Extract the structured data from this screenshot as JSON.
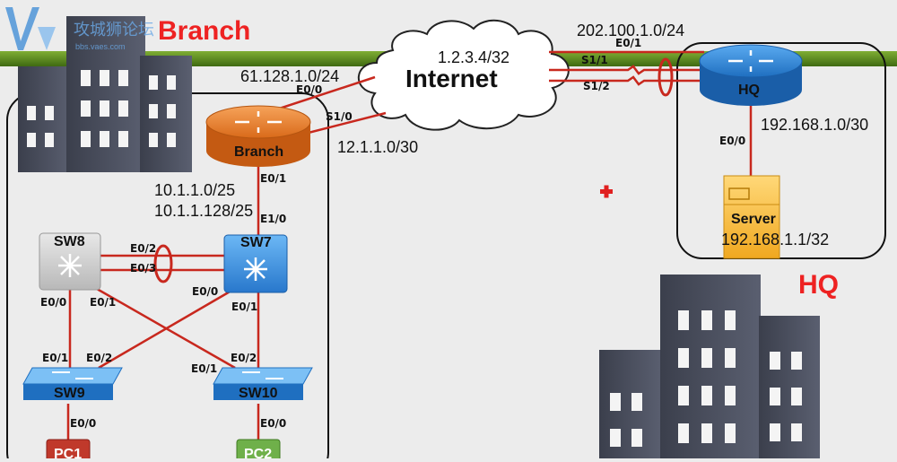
{
  "colors": {
    "link": "#c8281e",
    "bar": "#5f8a1e",
    "site_label": "#ee2222",
    "router_orange": "#f08a30",
    "router_blue": "#3a8ad6"
  },
  "sites": {
    "branch": "Branch",
    "hq": "HQ"
  },
  "internet": {
    "label": "Internet",
    "ip": "1.2.3.4/32"
  },
  "networks": {
    "branch_e00": "61.128.1.0/24",
    "branch_s10": "12.1.1.0/30",
    "hq_e01": "202.100.1.0/24",
    "hq_lan": "192.168.1.0/30",
    "server_ip": "192.168.1.1/32",
    "vlan_a": "10.1.1.0/25",
    "vlan_b": "10.1.1.128/25"
  },
  "devices": {
    "branch": "Branch",
    "hq": "HQ",
    "server": "Server",
    "sw7": "SW7",
    "sw8": "SW8",
    "sw9": "SW9",
    "sw10": "SW10",
    "pc1": "PC1",
    "pc2": "PC2"
  },
  "ports": {
    "branch_e00": "E0/0",
    "branch_s10": "S1/0",
    "branch_e01": "E0/1",
    "hq_e01": "E0/1",
    "hq_s11": "S1/1",
    "hq_s12": "S1/2",
    "hq_e00": "E0/0",
    "sw7_e10": "E1/0",
    "sw7_e00": "E0/0",
    "sw7_e01": "E0/1",
    "sw8_e02": "E0/2",
    "sw8_e03": "E0/3",
    "sw8_e00": "E0/0",
    "sw8_e01": "E0/1",
    "sw9_e01": "E0/1",
    "sw9_e02": "E0/2",
    "sw9_e00": "E0/0",
    "sw10_e01": "E0/1",
    "sw10_e02": "E0/2",
    "sw10_e00": "E0/0"
  },
  "watermark": {
    "text": "攻城狮论坛",
    "sub": "bbs.vaes.com"
  }
}
